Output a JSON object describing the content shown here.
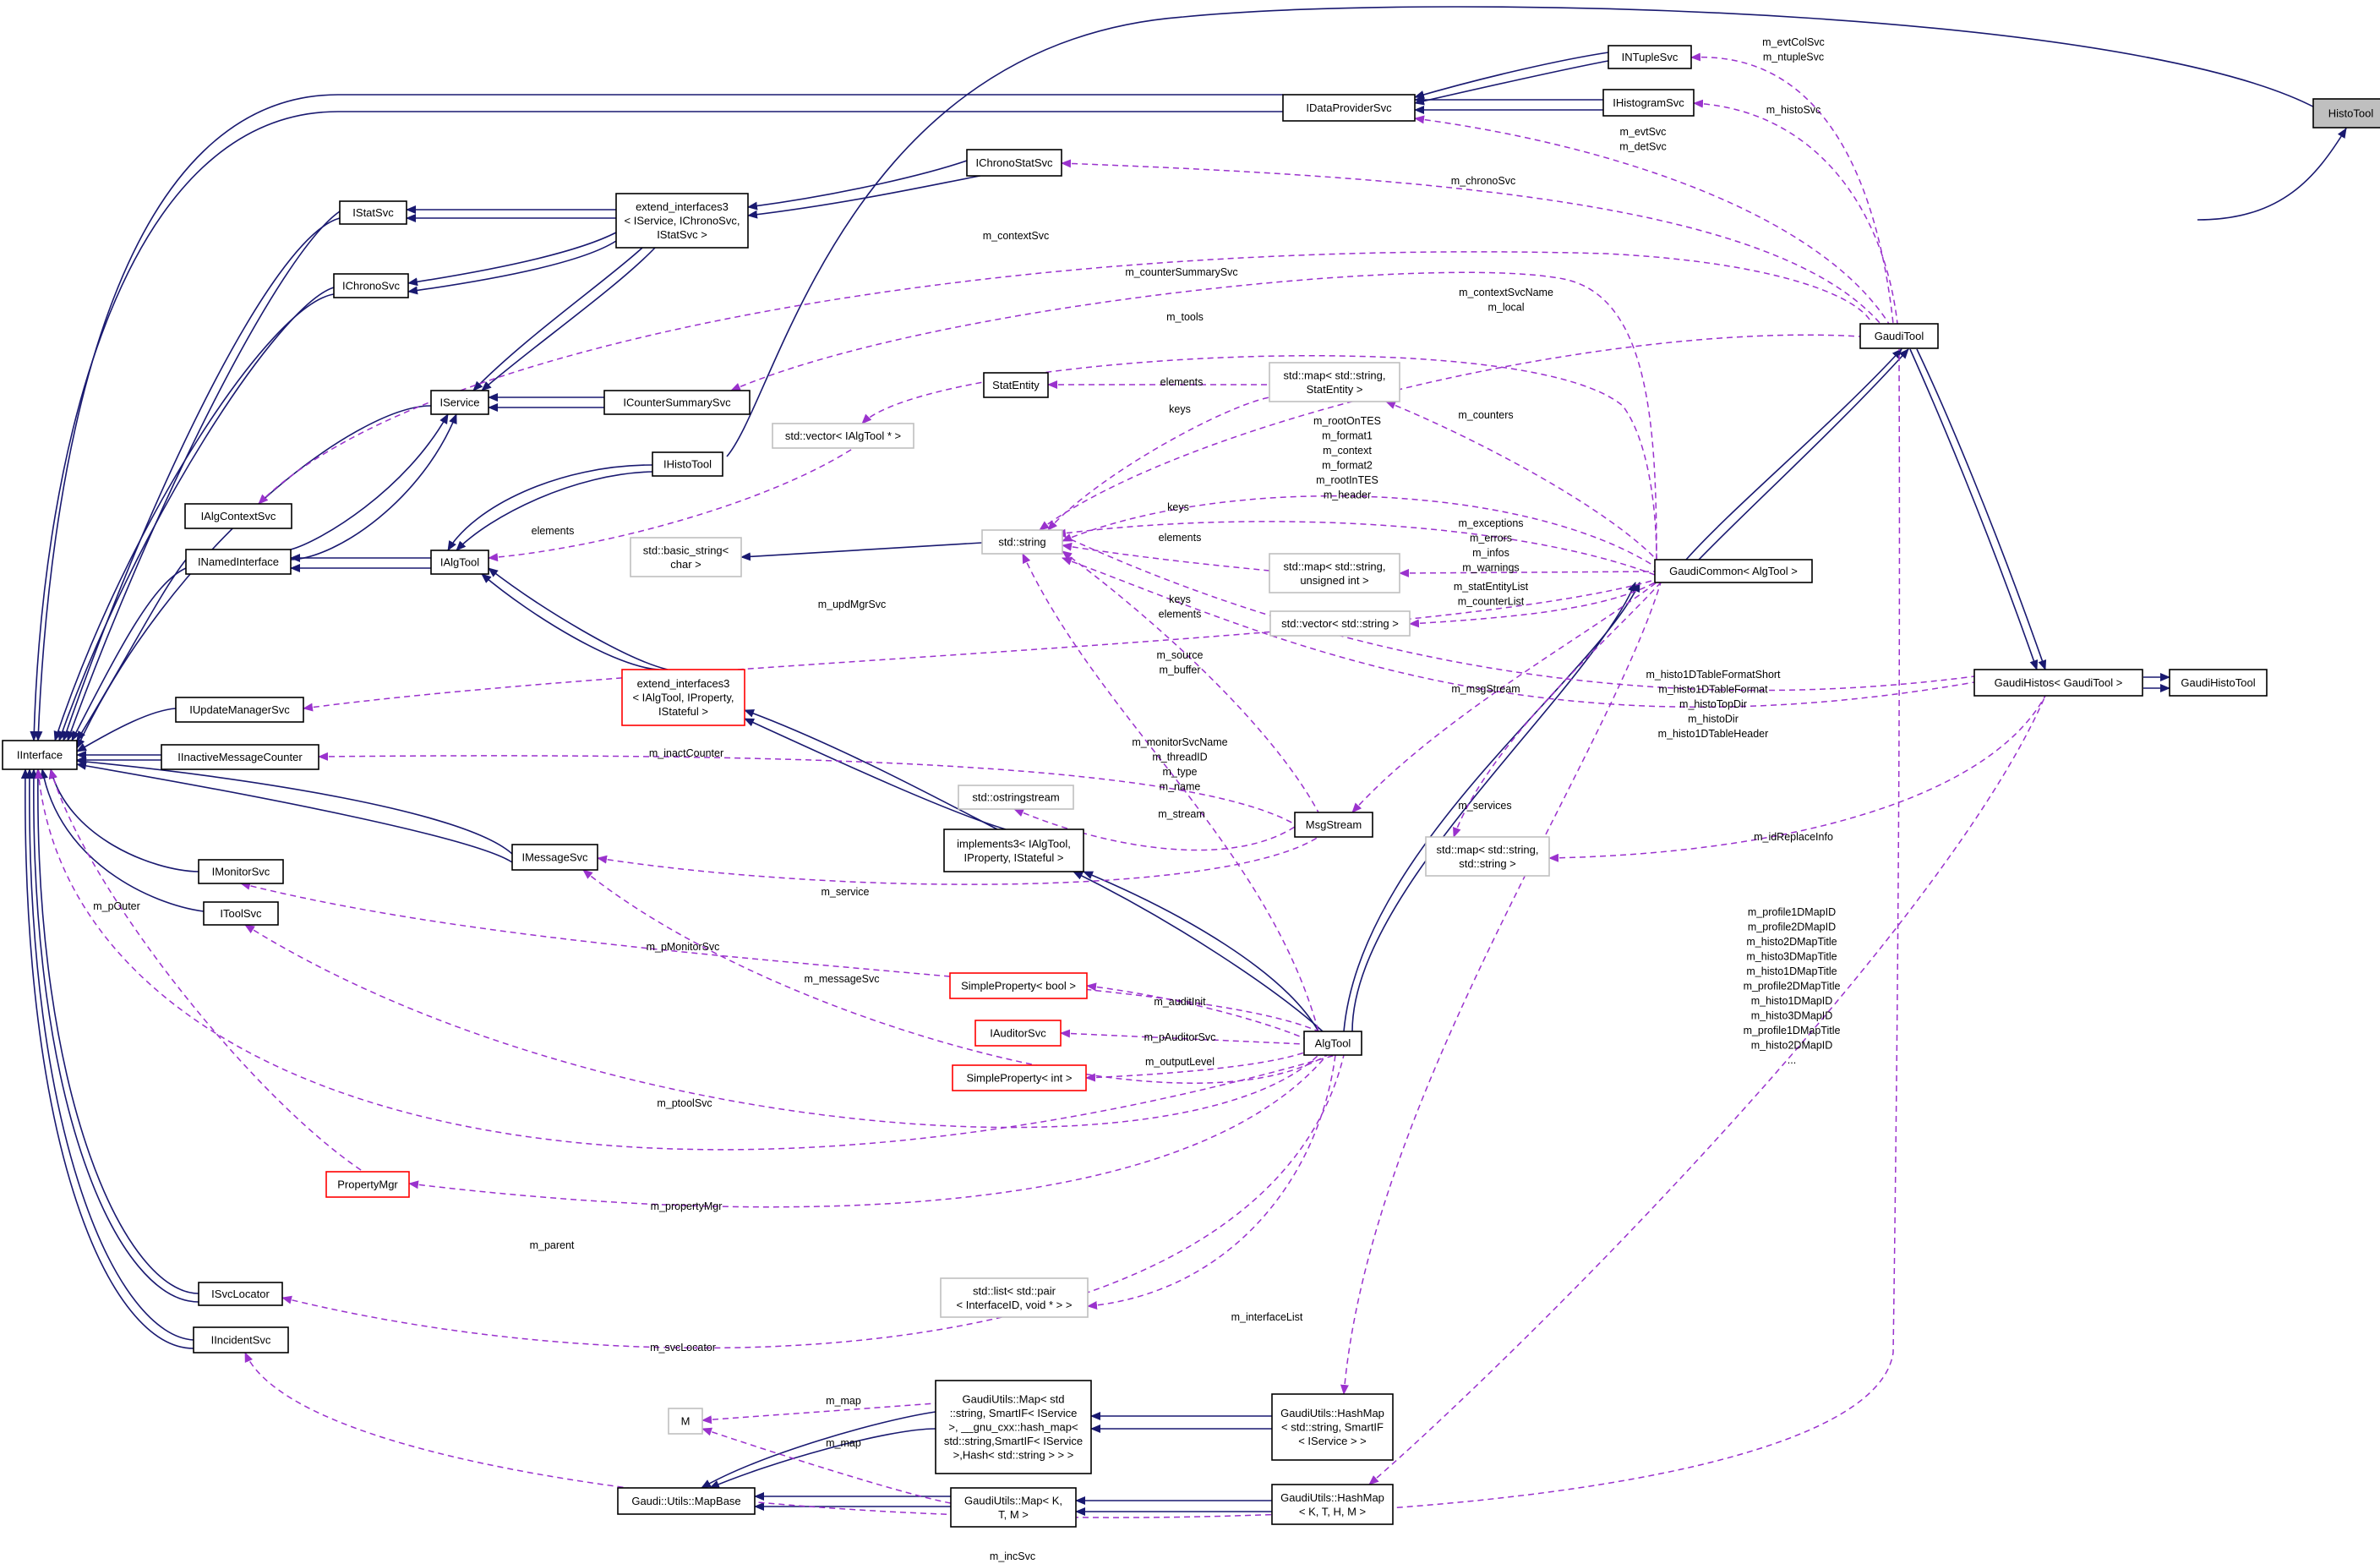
{
  "nodes": [
    {
      "id": "HistoTool",
      "lines": [
        "HistoTool"
      ],
      "style": "focus"
    },
    {
      "id": "IInterface",
      "lines": [
        "IInterface"
      ],
      "style": "black"
    },
    {
      "id": "INTupleSvc",
      "lines": [
        "INTupleSvc"
      ],
      "style": "black"
    },
    {
      "id": "IDataProviderSvc",
      "lines": [
        "IDataProviderSvc"
      ],
      "style": "black"
    },
    {
      "id": "IHistogramSvc",
      "lines": [
        "IHistogramSvc"
      ],
      "style": "black"
    },
    {
      "id": "IChronoStatSvc",
      "lines": [
        "IChronoStatSvc"
      ],
      "style": "black"
    },
    {
      "id": "extend_interfaces3_a",
      "lines": [
        "extend_interfaces3",
        "< IService, IChronoSvc,",
        "IStatSvc >"
      ],
      "style": "black"
    },
    {
      "id": "IStatSvc",
      "lines": [
        "IStatSvc"
      ],
      "style": "black"
    },
    {
      "id": "IChronoSvc",
      "lines": [
        "IChronoSvc"
      ],
      "style": "black"
    },
    {
      "id": "IService",
      "lines": [
        "IService"
      ],
      "style": "black"
    },
    {
      "id": "ICounterSummarySvc",
      "lines": [
        "ICounterSummarySvc"
      ],
      "style": "black"
    },
    {
      "id": "IHistoTool",
      "lines": [
        "IHistoTool"
      ],
      "style": "black"
    },
    {
      "id": "IAlgContextSvc",
      "lines": [
        "IAlgContextSvc"
      ],
      "style": "black"
    },
    {
      "id": "INamedInterface",
      "lines": [
        "INamedInterface"
      ],
      "style": "black"
    },
    {
      "id": "IAlgTool",
      "lines": [
        "IAlgTool"
      ],
      "style": "black"
    },
    {
      "id": "IUpdateManagerSvc",
      "lines": [
        "IUpdateManagerSvc"
      ],
      "style": "black"
    },
    {
      "id": "IInactiveMessageCounter",
      "lines": [
        "IInactiveMessageCounter"
      ],
      "style": "black"
    },
    {
      "id": "IMonitorSvc",
      "lines": [
        "IMonitorSvc"
      ],
      "style": "black"
    },
    {
      "id": "IToolSvc",
      "lines": [
        "IToolSvc"
      ],
      "style": "black"
    },
    {
      "id": "IMessageSvc",
      "lines": [
        "IMessageSvc"
      ],
      "style": "black"
    },
    {
      "id": "ISvcLocator",
      "lines": [
        "ISvcLocator"
      ],
      "style": "black"
    },
    {
      "id": "IIncidentSvc",
      "lines": [
        "IIncidentSvc"
      ],
      "style": "black"
    },
    {
      "id": "PropertyMgr",
      "lines": [
        "PropertyMgr"
      ],
      "style": "red"
    },
    {
      "id": "extend_interfaces3_b",
      "lines": [
        "extend_interfaces3",
        "< IAlgTool, IProperty,",
        "IStateful >"
      ],
      "style": "red"
    },
    {
      "id": "implements3",
      "lines": [
        "implements3< IAlgTool,",
        "IProperty, IStateful >"
      ],
      "style": "black"
    },
    {
      "id": "StatEntity",
      "lines": [
        "StatEntity"
      ],
      "style": "black"
    },
    {
      "id": "vector_IAlgTool",
      "lines": [
        "std::vector< IAlgTool * >"
      ],
      "style": "gray"
    },
    {
      "id": "basic_string",
      "lines": [
        "std::basic_string<",
        "char >"
      ],
      "style": "gray"
    },
    {
      "id": "std_string",
      "lines": [
        "std::string"
      ],
      "style": "gray"
    },
    {
      "id": "map_StatEntity",
      "lines": [
        "std::map< std::string,",
        "StatEntity >"
      ],
      "style": "gray"
    },
    {
      "id": "map_uint",
      "lines": [
        "std::map< std::string,",
        "unsigned int >"
      ],
      "style": "gray"
    },
    {
      "id": "vector_string",
      "lines": [
        "std::vector< std::string >"
      ],
      "style": "gray"
    },
    {
      "id": "ostringstream",
      "lines": [
        "std::ostringstream"
      ],
      "style": "gray"
    },
    {
      "id": "MsgStream",
      "lines": [
        "MsgStream"
      ],
      "style": "black"
    },
    {
      "id": "map_string_string",
      "lines": [
        "std::map< std::string,",
        "std::string >"
      ],
      "style": "gray"
    },
    {
      "id": "GaudiTool",
      "lines": [
        "GaudiTool"
      ],
      "style": "black"
    },
    {
      "id": "GaudiCommon",
      "lines": [
        "GaudiCommon< AlgTool >"
      ],
      "style": "black"
    },
    {
      "id": "GaudiHistos",
      "lines": [
        "GaudiHistos< GaudiTool >"
      ],
      "style": "black"
    },
    {
      "id": "GaudiHistoTool",
      "lines": [
        "GaudiHistoTool"
      ],
      "style": "black"
    },
    {
      "id": "SimpleProperty_bool",
      "lines": [
        "SimpleProperty< bool >"
      ],
      "style": "red"
    },
    {
      "id": "IAuditorSvc",
      "lines": [
        "IAuditorSvc"
      ],
      "style": "red"
    },
    {
      "id": "SimpleProperty_int",
      "lines": [
        "SimpleProperty< int >"
      ],
      "style": "red"
    },
    {
      "id": "AlgTool",
      "lines": [
        "AlgTool"
      ],
      "style": "black"
    },
    {
      "id": "list_pair",
      "lines": [
        "std::list< std::pair",
        "< InterfaceID, void * > >"
      ],
      "style": "gray"
    },
    {
      "id": "M",
      "lines": [
        "M"
      ],
      "style": "gray"
    },
    {
      "id": "MapBase",
      "lines": [
        "Gaudi::Utils::MapBase"
      ],
      "style": "black"
    },
    {
      "id": "GU_Map_std",
      "lines": [
        "GaudiUtils::Map< std",
        "::string, SmartIF< IService",
        ">, __gnu_cxx::hash_map<",
        "std::string,SmartIF< IService",
        ">,Hash< std::string > > >"
      ],
      "style": "black"
    },
    {
      "id": "GU_Map_KTM",
      "lines": [
        "GaudiUtils::Map< K,",
        "T, M >"
      ],
      "style": "black"
    },
    {
      "id": "GU_HashMap_std",
      "lines": [
        "GaudiUtils::HashMap",
        "< std::string, SmartIF",
        "< IService > >"
      ],
      "style": "black"
    },
    {
      "id": "GU_HashMap_KTHM",
      "lines": [
        "GaudiUtils::HashMap",
        "< K, T, H, M >"
      ],
      "style": "black"
    }
  ],
  "edge_labels": [
    {
      "id": "evtColSvc",
      "lines": [
        "m_evtColSvc",
        "m_ntupleSvc"
      ]
    },
    {
      "id": "histoSvc",
      "lines": [
        "m_histoSvc"
      ]
    },
    {
      "id": "evtSvc",
      "lines": [
        "m_evtSvc",
        "m_detSvc"
      ]
    },
    {
      "id": "chronoSvc",
      "lines": [
        "m_chronoSvc"
      ]
    },
    {
      "id": "contextSvc",
      "lines": [
        "m_contextSvc"
      ]
    },
    {
      "id": "counterSummarySvc",
      "lines": [
        "m_counterSummarySvc"
      ]
    },
    {
      "id": "contextSvcName",
      "lines": [
        "m_contextSvcName",
        "m_local"
      ]
    },
    {
      "id": "tools",
      "lines": [
        "m_tools"
      ]
    },
    {
      "id": "elements_stat",
      "lines": [
        "elements"
      ]
    },
    {
      "id": "keys_stat",
      "lines": [
        "keys"
      ]
    },
    {
      "id": "counters",
      "lines": [
        "m_counters"
      ]
    },
    {
      "id": "rootOnTES",
      "lines": [
        "m_rootOnTES",
        "m_format1",
        "m_context",
        "m_format2",
        "m_rootInTES",
        "m_header"
      ]
    },
    {
      "id": "elements_vec",
      "lines": [
        "elements"
      ]
    },
    {
      "id": "keys_uint",
      "lines": [
        "keys"
      ]
    },
    {
      "id": "elements_str",
      "lines": [
        "elements"
      ]
    },
    {
      "id": "exceptions",
      "lines": [
        "m_exceptions",
        "m_errors",
        "m_infos",
        "m_warnings"
      ]
    },
    {
      "id": "statEntityList",
      "lines": [
        "m_statEntityList",
        "m_counterList"
      ]
    },
    {
      "id": "keys_elements",
      "lines": [
        "keys",
        "elements"
      ]
    },
    {
      "id": "updMgrSvc",
      "lines": [
        "m_updMgrSvc"
      ]
    },
    {
      "id": "source",
      "lines": [
        "m_source",
        "m_buffer"
      ]
    },
    {
      "id": "histo1D",
      "lines": [
        "m_histo1DTableFormatShort",
        "m_histo1DTableFormat",
        "m_histoTopDir",
        "m_histoDir",
        "m_histo1DTableHeader"
      ]
    },
    {
      "id": "msgStream",
      "lines": [
        "m_msgStream"
      ]
    },
    {
      "id": "inactCounter",
      "lines": [
        "m_inactCounter"
      ]
    },
    {
      "id": "monitorSvcName",
      "lines": [
        "m_monitorSvcName",
        "m_threadID",
        "m_type",
        "m_name"
      ]
    },
    {
      "id": "services",
      "lines": [
        "m_services"
      ]
    },
    {
      "id": "stream",
      "lines": [
        "m_stream"
      ]
    },
    {
      "id": "idReplaceInfo",
      "lines": [
        "m_idReplaceInfo"
      ]
    },
    {
      "id": "service",
      "lines": [
        "m_service"
      ]
    },
    {
      "id": "profile1D",
      "lines": [
        "m_profile1DMapID",
        "m_profile2DMapID",
        "m_histo2DMapTitle",
        "m_histo3DMapTitle",
        "m_histo1DMapTitle",
        "m_profile2DMapTitle",
        "m_histo1DMapID",
        "m_histo3DMapID",
        "m_profile1DMapTitle",
        "m_histo2DMapID",
        "..."
      ]
    },
    {
      "id": "pOuter",
      "lines": [
        "m_pOuter"
      ]
    },
    {
      "id": "pMonitorSvc",
      "lines": [
        "m_pMonitorSvc"
      ]
    },
    {
      "id": "messageSvc",
      "lines": [
        "m_messageSvc"
      ]
    },
    {
      "id": "auditInit",
      "lines": [
        "m_auditInit"
      ]
    },
    {
      "id": "pAuditorSvc",
      "lines": [
        "m_pAuditorSvc"
      ]
    },
    {
      "id": "outputLevel",
      "lines": [
        "m_outputLevel"
      ]
    },
    {
      "id": "ptoolSvc",
      "lines": [
        "m_ptoolSvc"
      ]
    },
    {
      "id": "propertyMgr",
      "lines": [
        "m_propertyMgr"
      ]
    },
    {
      "id": "parent",
      "lines": [
        "m_parent"
      ]
    },
    {
      "id": "interfaceList",
      "lines": [
        "m_interfaceList"
      ]
    },
    {
      "id": "svcLocator",
      "lines": [
        "m_svcLocator"
      ]
    },
    {
      "id": "map1",
      "lines": [
        "m_map"
      ]
    },
    {
      "id": "map2",
      "lines": [
        "m_map"
      ]
    },
    {
      "id": "incSvc",
      "lines": [
        "m_incSvc"
      ]
    }
  ]
}
